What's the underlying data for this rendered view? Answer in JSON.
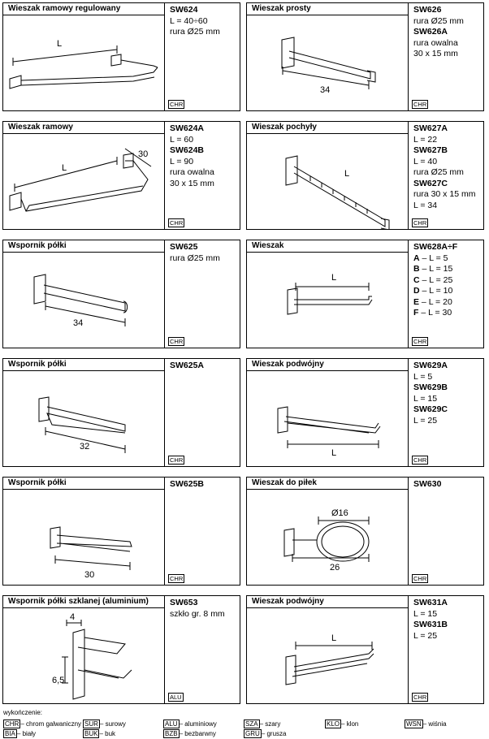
{
  "cards": [
    {
      "title": "Wieszak ramowy regulowany",
      "badge": "CHR",
      "specs": [
        {
          "t": "code",
          "v": "SW624"
        },
        {
          "t": "line",
          "v": "L = 40÷60"
        },
        {
          "t": "line",
          "v": "rura Ø25 mm"
        }
      ],
      "dims": [
        "L"
      ]
    },
    {
      "title": "Wieszak prosty",
      "badge": "CHR",
      "specs": [
        {
          "t": "code",
          "v": "SW626"
        },
        {
          "t": "line",
          "v": "rura Ø25 mm"
        },
        {
          "t": "code",
          "v": "SW626A"
        },
        {
          "t": "line",
          "v": "rura owalna"
        },
        {
          "t": "line",
          "v": "30 x 15 mm"
        }
      ],
      "dims": [
        "34"
      ]
    },
    {
      "title": "Wieszak ramowy",
      "badge": "CHR",
      "specs": [
        {
          "t": "code",
          "v": "SW624A"
        },
        {
          "t": "line",
          "v": "L = 60"
        },
        {
          "t": "code",
          "v": "SW624B"
        },
        {
          "t": "line",
          "v": "L = 90"
        },
        {
          "t": "line",
          "v": "rura owalna"
        },
        {
          "t": "line",
          "v": "30 x 15 mm"
        }
      ],
      "dims": [
        "L",
        "30"
      ]
    },
    {
      "title": "Wieszak pochyły",
      "badge": "CHR",
      "specs": [
        {
          "t": "code",
          "v": "SW627A"
        },
        {
          "t": "line",
          "v": "L = 22"
        },
        {
          "t": "code",
          "v": "SW627B"
        },
        {
          "t": "line",
          "v": "L = 40"
        },
        {
          "t": "line",
          "v": "rura Ø25 mm"
        },
        {
          "t": "code",
          "v": "SW627C"
        },
        {
          "t": "line",
          "v": "rura 30 x 15 mm"
        },
        {
          "t": "line",
          "v": "L =  34"
        }
      ],
      "dims": [
        "L"
      ]
    },
    {
      "title": "Wspornik półki",
      "badge": "CHR",
      "specs": [
        {
          "t": "code",
          "v": "SW625"
        },
        {
          "t": "line",
          "v": "rura Ø25 mm"
        }
      ],
      "dims": [
        "34"
      ]
    },
    {
      "title": "Wieszak",
      "badge": "CHR",
      "specs": [
        {
          "t": "code",
          "v": "SW628A÷F"
        },
        {
          "t": "bline",
          "k": "A",
          "v": " – L = 5"
        },
        {
          "t": "bline",
          "k": "B",
          "v": " – L = 15"
        },
        {
          "t": "bline",
          "k": "C",
          "v": " – L = 25"
        },
        {
          "t": "bline",
          "k": "D",
          "v": " – L = 10"
        },
        {
          "t": "bline",
          "k": "E",
          "v": " – L = 20"
        },
        {
          "t": "bline",
          "k": "F",
          "v": " – L = 30"
        }
      ],
      "dims": [
        "L"
      ]
    },
    {
      "title": "Wspornik półki",
      "badge": "CHR",
      "specs": [
        {
          "t": "code",
          "v": "SW625A"
        }
      ],
      "dims": [
        "32"
      ]
    },
    {
      "title": "Wieszak podwójny",
      "badge": "CHR",
      "specs": [
        {
          "t": "code",
          "v": "SW629A"
        },
        {
          "t": "line",
          "v": "L = 5"
        },
        {
          "t": "code",
          "v": "SW629B"
        },
        {
          "t": "line",
          "v": "L = 15"
        },
        {
          "t": "code",
          "v": "SW629C"
        },
        {
          "t": "line",
          "v": "L = 25"
        }
      ],
      "dims": [
        "L"
      ]
    },
    {
      "title": "Wspornik półki",
      "badge": "CHR",
      "specs": [
        {
          "t": "code",
          "v": "SW625B"
        }
      ],
      "dims": [
        "30"
      ]
    },
    {
      "title": "Wieszak do piłek",
      "badge": "CHR",
      "specs": [
        {
          "t": "code",
          "v": "SW630"
        }
      ],
      "dims": [
        "Ø16",
        "26"
      ]
    },
    {
      "title": "Wspornik półki szklanej (aluminium)",
      "badge": "ALU",
      "specs": [
        {
          "t": "code",
          "v": "SW653"
        },
        {
          "t": "line",
          "v": "szkło gr. 8 mm"
        }
      ],
      "dims": [
        "4",
        "6,5"
      ]
    },
    {
      "title": "Wieszak podwójny",
      "badge": "CHR",
      "specs": [
        {
          "t": "code",
          "v": "SW631A"
        },
        {
          "t": "line",
          "v": "L = 15"
        },
        {
          "t": "code",
          "v": "SW631B"
        },
        {
          "t": "line",
          "v": "L = 25"
        }
      ],
      "dims": [
        "L"
      ]
    }
  ],
  "legend": {
    "title": "wykończenie:",
    "items": [
      {
        "code": "CHR",
        "label": "– chrom galwaniczny"
      },
      {
        "code": "SUR",
        "label": "– surowy"
      },
      {
        "code": "ALU",
        "label": "– aluminiowy"
      },
      {
        "code": "SZA",
        "label": "– szary"
      },
      {
        "code": "KLO",
        "label": "– klon"
      },
      {
        "code": "WSN",
        "label": "– wiśnia"
      },
      {
        "code": "BIA",
        "label": "– biały"
      },
      {
        "code": "BUK",
        "label": "– buk"
      },
      {
        "code": "BZB",
        "label": "– bezbarwny"
      },
      {
        "code": "GRU",
        "label": "– grusza"
      }
    ]
  }
}
